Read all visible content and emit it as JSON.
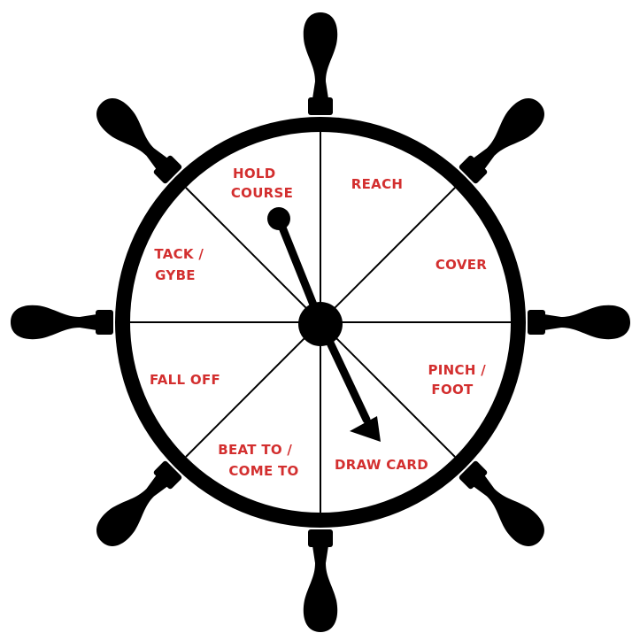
{
  "colors": {
    "wheel": "#000000",
    "background": "#ffffff",
    "label": "#d32f2f"
  },
  "sectors": [
    {
      "id": "hold-course",
      "lines": [
        "HOLD",
        "COURSE"
      ]
    },
    {
      "id": "reach",
      "lines": [
        "REACH"
      ]
    },
    {
      "id": "cover",
      "lines": [
        "COVER"
      ]
    },
    {
      "id": "pinch-foot",
      "lines": [
        "PINCH /",
        "FOOT"
      ]
    },
    {
      "id": "draw-card",
      "lines": [
        "DRAW CARD"
      ]
    },
    {
      "id": "beat-to-come-to",
      "lines": [
        "BEAT TO /",
        "COME TO"
      ]
    },
    {
      "id": "fall-off",
      "lines": [
        "FALL OFF"
      ]
    },
    {
      "id": "tack-gybe",
      "lines": [
        "TACK /",
        "GYBE"
      ]
    }
  ]
}
